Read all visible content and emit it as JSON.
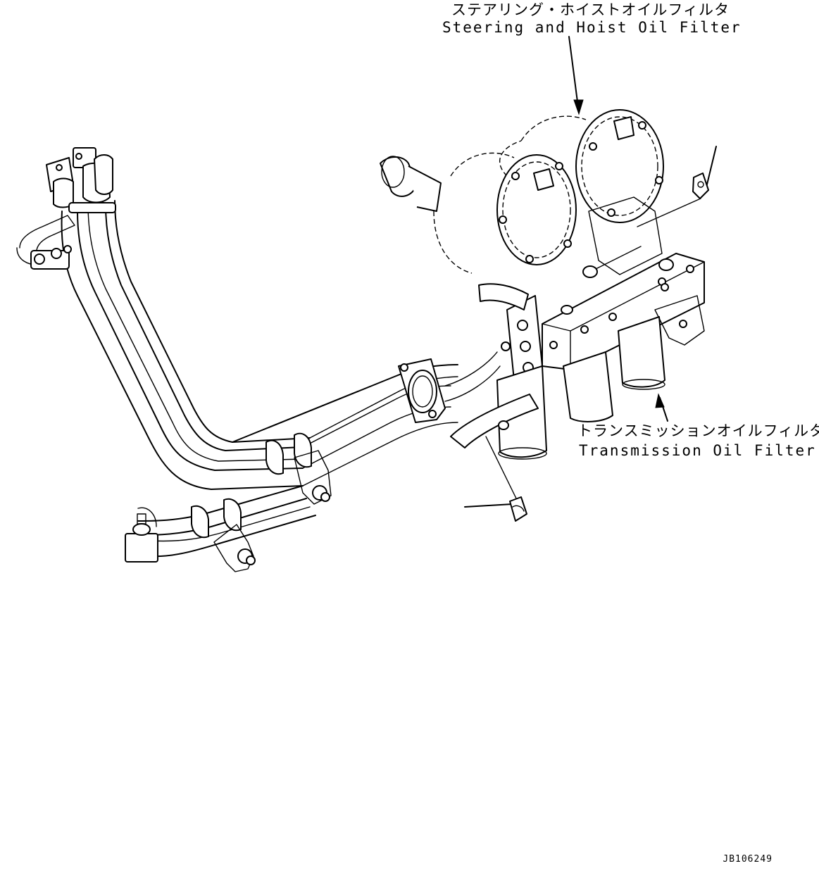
{
  "labels": {
    "steering_jp": "ステアリング・ホイストオイルフィルタ",
    "steering_en": "Steering and Hoist Oil Filter",
    "transmission_jp": "トランスミッションオイルフィルタ",
    "transmission_en": "Transmission Oil Filter"
  },
  "drawing_code": "JB106249",
  "colors": {
    "line": "#000000",
    "background": "#ffffff"
  }
}
